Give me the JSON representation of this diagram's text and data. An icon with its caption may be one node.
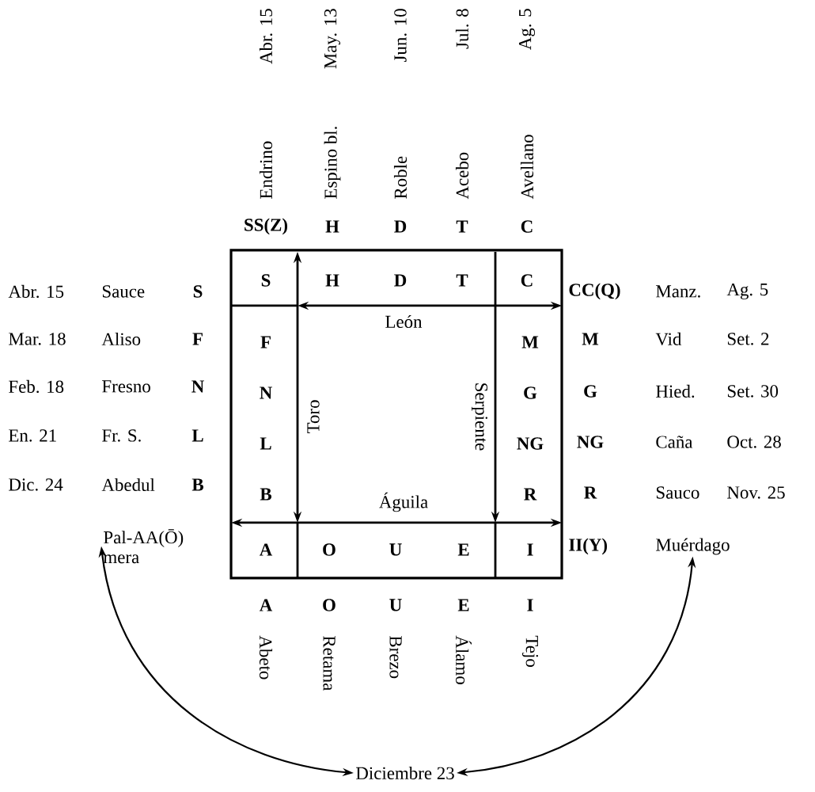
{
  "diagram": {
    "nodes": [
      {
        "text": [
          "Pal-AA(Ō) mera"
        ]
      },
      {
        "text": [
          "Muérdago"
        ]
      },
      {
        "text": [
          "Diciembre 23"
        ]
      }
    ],
    "edges": [
      {
        "from": 0,
        "to": 2,
        "arrow": "both"
      },
      {
        "from": 1,
        "to": 2,
        "arrow": "both"
      }
    ],
    "labels": [
      "Abr. 15",
      "May. 13",
      "Jun. 10",
      "Jul. 8",
      "Ag. 5",
      "Endrino",
      "Espino bl.",
      "Roble",
      "Acebo",
      "Avellano",
      "SS(Z)",
      "H",
      "D",
      "T",
      "C",
      "Abr. 15",
      "Sauce",
      "S",
      "Mar. 18",
      "Aliso",
      "F",
      "Feb. 18",
      "Fresno",
      "N",
      "En. 21",
      "Fr. S.",
      "L",
      "Dic. 24",
      "Abedul",
      "B",
      "S",
      "H",
      "D",
      "T",
      "C",
      "F",
      "N",
      "L",
      "B",
      "M",
      "G",
      "NG",
      "R",
      "A",
      "O",
      "U",
      "E",
      "I",
      "León",
      "Toro",
      "Serpiente",
      "Águila",
      "CC(Q)",
      "Manz.",
      "Ag. 5",
      "M",
      "Vid",
      "Set. 2",
      "G",
      "Hied.",
      "Set. 30",
      "NG",
      "Caña",
      "Oct. 28",
      "R",
      "Sauco",
      "Nov. 25",
      "II(Y)",
      "A",
      "O",
      "U",
      "E",
      "I",
      "Abeto",
      "Retama",
      "Brezo",
      "Álamo",
      "Tejo"
    ]
  }
}
